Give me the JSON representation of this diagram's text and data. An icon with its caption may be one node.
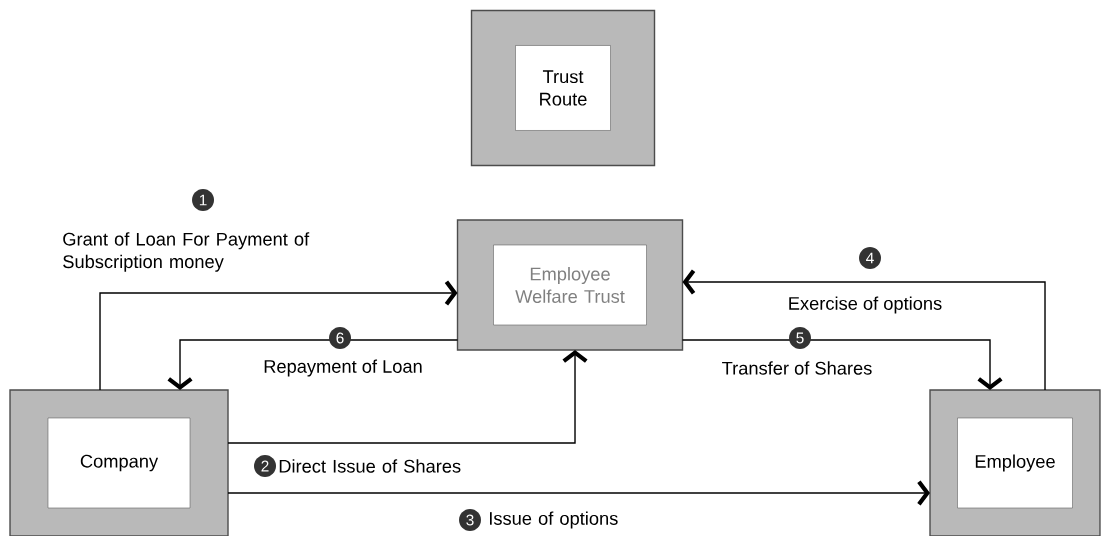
{
  "diagram": {
    "nodes": [
      {
        "text": [
          "Trust Route"
        ]
      },
      {
        "text": [
          "Employee Welfare Trust"
        ]
      },
      {
        "text": [
          "Company"
        ]
      },
      {
        "text": [
          "Employee"
        ]
      }
    ],
    "edges": [
      {
        "from": 2,
        "to": 1,
        "arrow": "to",
        "label": "Grant of Loan For Payment of Subscription money"
      },
      {
        "from": 2,
        "to": 1,
        "arrow": "to",
        "label": "Direct Issue of Shares"
      },
      {
        "from": 2,
        "to": 3,
        "arrow": "to",
        "label": "Issue of options"
      },
      {
        "from": 3,
        "to": 1,
        "arrow": "to",
        "label": "Exercise of options"
      },
      {
        "from": 1,
        "to": 3,
        "arrow": "to",
        "label": "Transfer of Shares"
      },
      {
        "from": 1,
        "to": 2,
        "arrow": "to",
        "label": "Repayment of Loan"
      }
    ],
    "labels": [
      "1",
      "4",
      "6",
      "5",
      "2",
      "3"
    ]
  }
}
